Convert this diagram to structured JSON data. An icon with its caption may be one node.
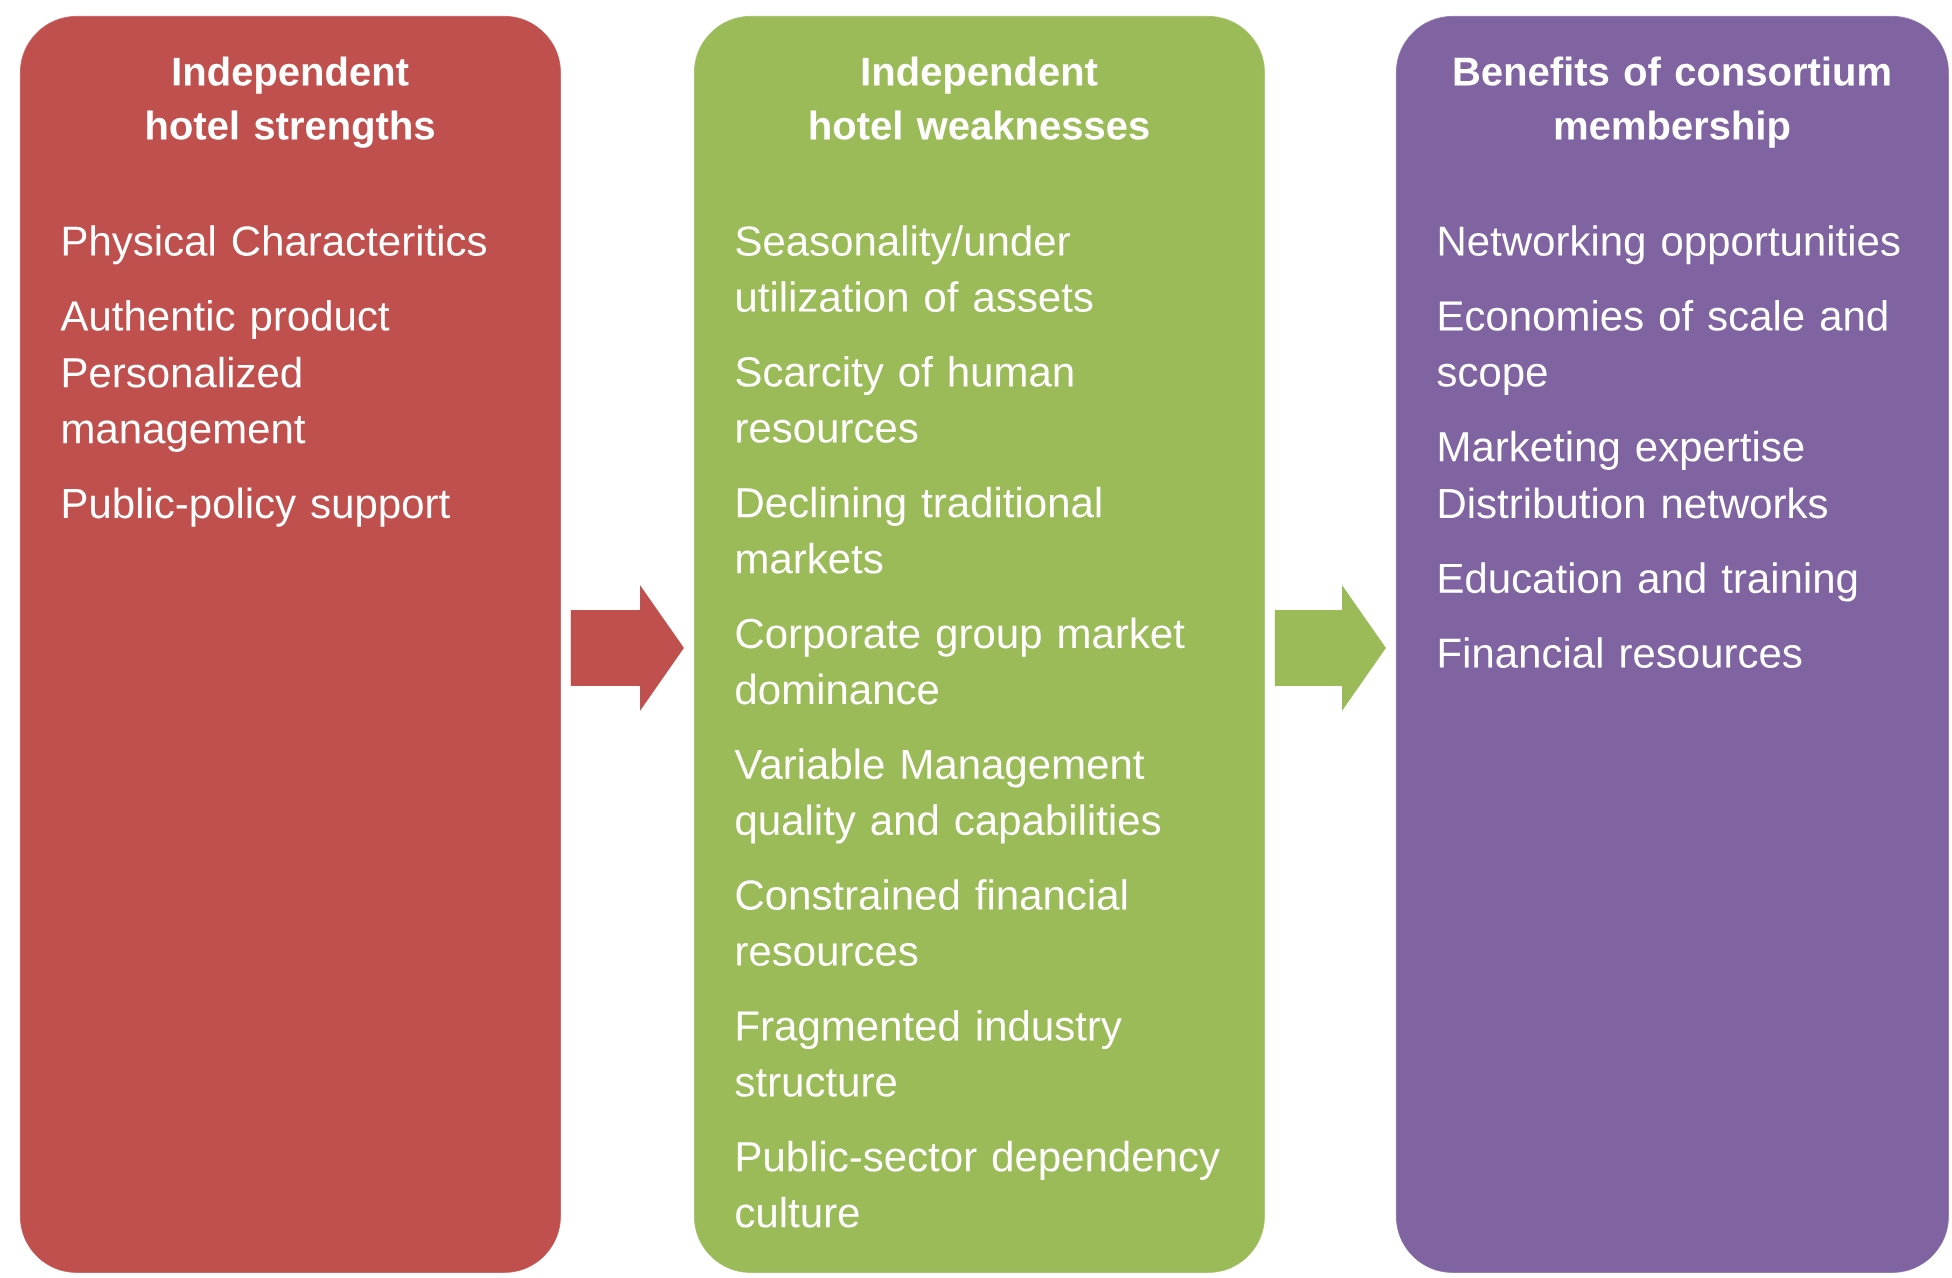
{
  "diagram": {
    "nodes": [
      {
        "text": [
          "Independent hotel strengths",
          "Physical Characteritics",
          "Authentic product",
          "Personalized management",
          "Public-policy support"
        ]
      },
      {
        "text": [
          "Independent hotel weaknesses",
          "Seasonality/under utilization of assets",
          "Scarcity of human resources",
          "Declining traditional markets",
          "Corporate group market dominance",
          "Variable Management quality and capabilities",
          "Constrained financial resources",
          "Fragmented industry structure",
          "Public-sector dependency culture"
        ]
      },
      {
        "text": [
          "Benefits of consortium membership",
          "Networking opportunities",
          "Economies of scale and scope",
          "Marketing expertise",
          "Distribution networks",
          "Education and training",
          "Financial resources"
        ]
      }
    ],
    "edges": [
      {
        "from": 0,
        "to": 1,
        "arrow": "to",
        "color": "#c0504d"
      },
      {
        "from": 1,
        "to": 2,
        "arrow": "to",
        "color": "#9bbb59"
      }
    ]
  }
}
